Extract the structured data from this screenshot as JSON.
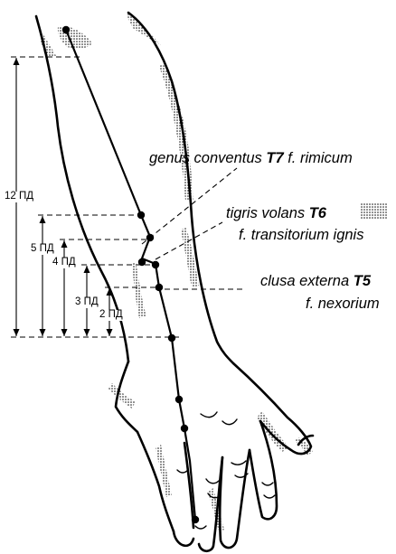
{
  "labels": {
    "t7_name": "genus conventus",
    "t7_code": "T7",
    "t7_sub": "f. rimicum",
    "t6_name": "tigris volans",
    "t6_code": "T6",
    "t6_sub": "f. transitorium ignis",
    "t5_name": "clusa externa",
    "t5_code": "T5",
    "t5_sub": "f. nexorium"
  },
  "ruler": {
    "r12": "12 ПД",
    "r5": "5 ПД",
    "r4": "4 ПД",
    "r3": "3 ПД",
    "r2": "2 ПД"
  },
  "colors": {
    "ink": "#000000",
    "stipple": "#9a9a9a",
    "paper": "#ffffff"
  }
}
